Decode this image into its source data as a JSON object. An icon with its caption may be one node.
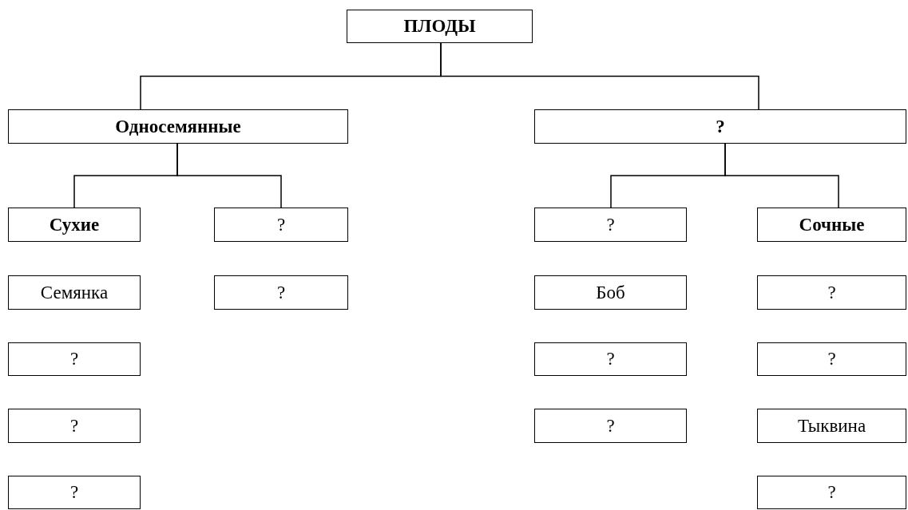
{
  "diagram": {
    "nodes": [
      {
        "text": [
          "ПЛОДЫ"
        ]
      },
      {
        "text": [
          "Односемянные"
        ]
      },
      {
        "text": [
          "?"
        ]
      },
      {
        "text": [
          "Сухие"
        ]
      },
      {
        "text": [
          "?"
        ]
      },
      {
        "text": [
          "?"
        ]
      },
      {
        "text": [
          "Сочные"
        ]
      },
      {
        "text": [
          "Семянка"
        ]
      },
      {
        "text": [
          "?"
        ]
      },
      {
        "text": [
          "Боб"
        ]
      },
      {
        "text": [
          "?"
        ]
      },
      {
        "text": [
          "?"
        ]
      },
      {
        "text": [
          "?"
        ]
      },
      {
        "text": [
          "?"
        ]
      },
      {
        "text": [
          "?"
        ]
      },
      {
        "text": [
          "?"
        ]
      },
      {
        "text": [
          "Тыквина"
        ]
      },
      {
        "text": [
          "?"
        ]
      },
      {
        "text": [
          "?"
        ]
      }
    ],
    "edges": [
      {
        "from": 0,
        "to": 1,
        "arrow": "none"
      },
      {
        "from": 0,
        "to": 2,
        "arrow": "none"
      },
      {
        "from": 1,
        "to": 3,
        "arrow": "none"
      },
      {
        "from": 1,
        "to": 4,
        "arrow": "none"
      },
      {
        "from": 2,
        "to": 5,
        "arrow": "none"
      },
      {
        "from": 2,
        "to": 6,
        "arrow": "none"
      }
    ]
  }
}
